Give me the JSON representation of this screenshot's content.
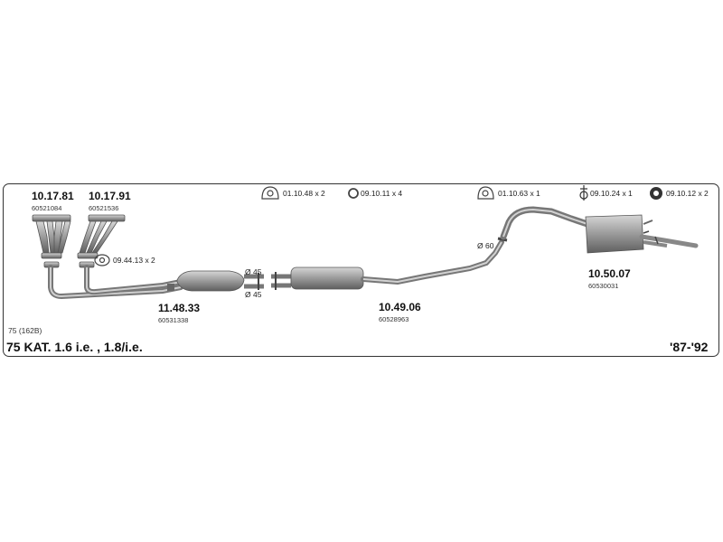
{
  "parts": [
    {
      "number": "10.17.81",
      "ref": "60521084"
    },
    {
      "number": "10.17.91",
      "ref": "60521536"
    },
    {
      "number": "11.48.33",
      "ref": "60531338"
    },
    {
      "number": "10.49.06",
      "ref": "60528963"
    },
    {
      "number": "10.50.07",
      "ref": "60530031"
    }
  ],
  "accessories": [
    {
      "label": "01.10.48 x 2",
      "icon": "hanger-icon"
    },
    {
      "label": "09.10.11 x 4",
      "icon": "ring-icon"
    },
    {
      "label": "01.10.63 x 1",
      "icon": "hanger-icon"
    },
    {
      "label": "09.10.24 x 1",
      "icon": "clamp-icon"
    },
    {
      "label": "09.10.12 x 2",
      "icon": "bolt-nut-icon"
    },
    {
      "label": "09.44.13 x 2",
      "icon": "gasket-icon"
    }
  ],
  "diameters": {
    "d1": "Ø 45",
    "d2": "Ø 45",
    "d3": "Ø 60"
  },
  "model": {
    "code": "75 (162B)",
    "title": "75 KAT. 1.6 i.e. , 1.8/i.e.",
    "years": "'87-'92"
  },
  "colors": {
    "frame": "#333333",
    "pipe": "#8a8a8a",
    "pipe_dark": "#555555"
  }
}
